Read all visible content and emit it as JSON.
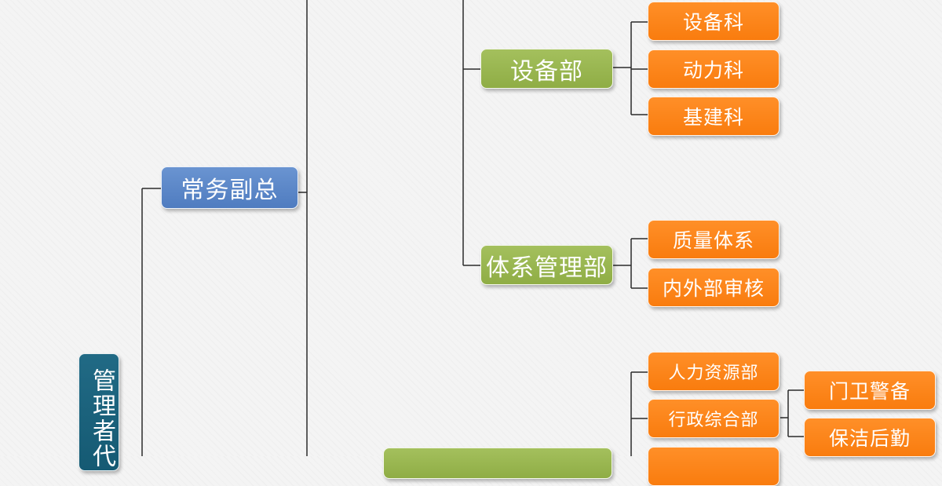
{
  "colors": {
    "root": "#1b607a",
    "executive": "#5b87c8",
    "department": "#97b451",
    "section": "#fb8417",
    "connector": "#2b2b2b"
  },
  "root": {
    "label": "管理者代"
  },
  "executive": {
    "label": "常务副总"
  },
  "departments": {
    "equipment": "设备部",
    "system": "体系管理部"
  },
  "sections": {
    "equipment_section": "设备科",
    "power_section": "动力科",
    "construction_section": "基建科",
    "quality_system": "质量体系",
    "audit": "内外部审核",
    "hr": "人力资源部",
    "admin": "行政综合部",
    "gate_security": "门卫警备",
    "cleaning": "保洁后勤"
  }
}
